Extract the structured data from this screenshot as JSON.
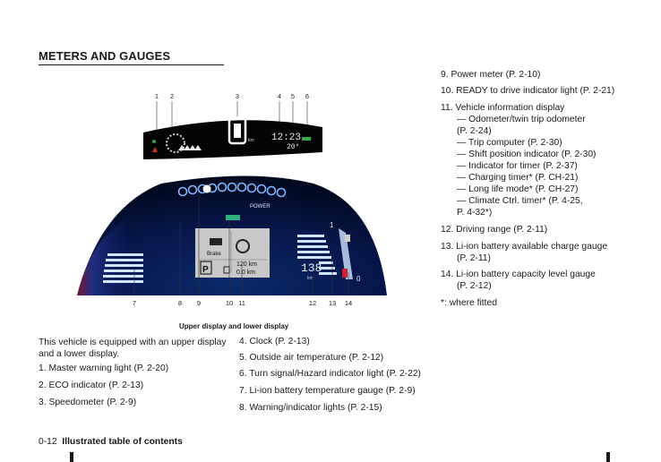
{
  "header": {
    "title": "METERS AND GAUGES"
  },
  "figure": {
    "caption": "Upper display and lower display",
    "callouts_upper": [
      "1",
      "2",
      "3",
      "4",
      "5",
      "6"
    ],
    "callouts_lower": [
      "7",
      "8",
      "9",
      "10",
      "11",
      "12",
      "13",
      "14"
    ],
    "upper_display": {
      "clock": "12:23",
      "temp": "20°",
      "speed": "0",
      "speed_unit": "km"
    },
    "lower_display": {
      "power_label": "POWER",
      "brake_label": "Brake",
      "park_label": "P",
      "odo": "120 km",
      "trip": "0.0 km",
      "range": "138",
      "range_unit": "km",
      "gauge_full": "1",
      "gauge_empty": "0"
    }
  },
  "intro": {
    "line1": "This vehicle is equipped with an upper display",
    "line2": "and a lower display."
  },
  "left_list": [
    "1. Master warning light (P. 2-20)",
    "2. ECO indicator (P. 2-13)",
    "3. Speedometer (P. 2-9)"
  ],
  "mid_list": [
    "4. Clock (P. 2-13)",
    "5. Outside air temperature (P. 2-12)",
    "6. Turn signal/Hazard indicator light (P. 2-22)",
    "7. Li-ion battery temperature gauge (P. 2-9)",
    "8. Warning/indicator lights (P. 2-15)"
  ],
  "right_list": {
    "item9": "9. Power meter (P. 2-10)",
    "item10": "10. READY to drive indicator light (P. 2-21)",
    "item11": "11. Vehicle information display",
    "sub": [
      "— Odometer/twin trip odometer",
      "(P. 2-24)",
      "— Trip computer (P. 2-30)",
      "— Shift position indicator (P. 2-30)",
      "— Indicator for timer (P. 2-37)",
      "— Charging timer* (P. CH-21)",
      "— Long life mode* (P. CH-27)",
      "— Climate Ctrl. timer* (P. 4-25,",
      "P. 4-32*)"
    ],
    "item12": "12. Driving range (P. 2-11)",
    "item13a": "13. Li-ion battery available charge gauge",
    "item13b": "(P. 2-11)",
    "item14a": "14. Li-ion battery capacity level gauge",
    "item14b": "(P. 2-12)",
    "note": "*: where fitted"
  },
  "footer": {
    "page": "0-12",
    "section": "Illustrated table of contents"
  }
}
